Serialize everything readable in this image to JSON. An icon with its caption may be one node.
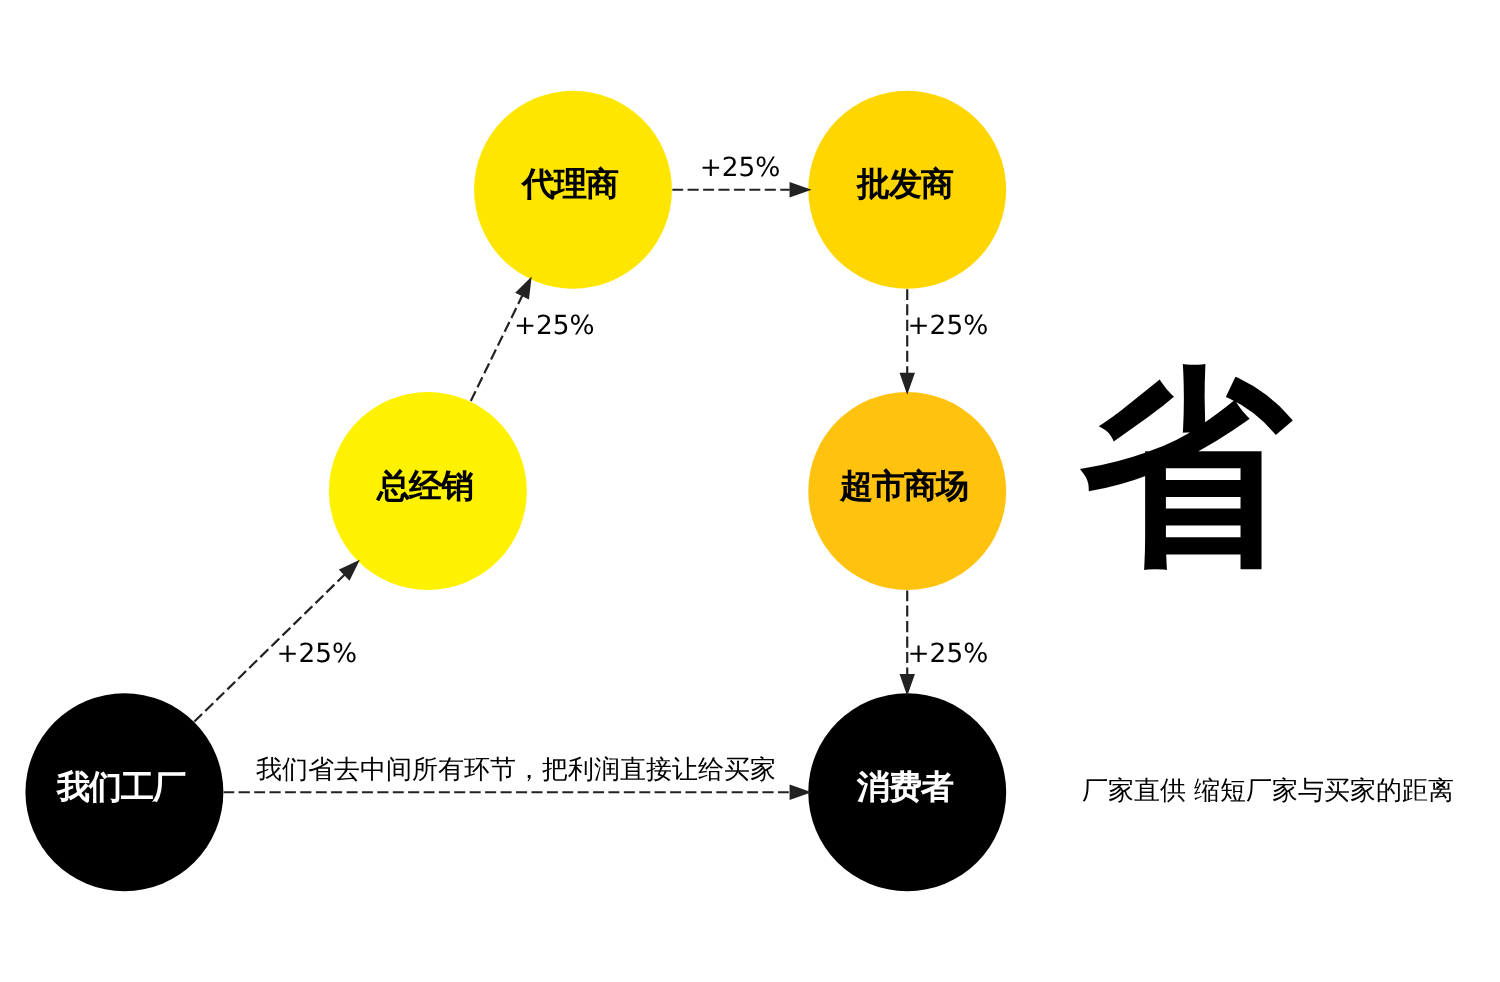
{
  "diagram": {
    "nodes": [
      {
        "text": [
          "我们工厂"
        ]
      },
      {
        "text": [
          "总经销"
        ]
      },
      {
        "text": [
          "代理商"
        ]
      },
      {
        "text": [
          "批发商"
        ]
      },
      {
        "text": [
          "超市商场"
        ]
      },
      {
        "text": [
          "消费者"
        ]
      }
    ],
    "edges": [
      {
        "from": 0,
        "to": 1,
        "arrow": "to",
        "label": "+25%",
        "style": "dashed"
      },
      {
        "from": 1,
        "to": 2,
        "arrow": "to",
        "label": "+25%",
        "style": "dashed"
      },
      {
        "from": 2,
        "to": 3,
        "arrow": "to",
        "label": "+25%",
        "style": "dashed"
      },
      {
        "from": 3,
        "to": 4,
        "arrow": "to",
        "label": "+25%",
        "style": "dashed"
      },
      {
        "from": 4,
        "to": 5,
        "arrow": "to",
        "label": "+25%",
        "style": "dashed"
      },
      {
        "from": 0,
        "to": 5,
        "arrow": "to",
        "label": "我们省去中间所有环节，把利润直接让给买家",
        "style": "dashed"
      }
    ],
    "labels": [
      "省",
      "厂家直供 缩短厂家与买家的距离"
    ]
  }
}
